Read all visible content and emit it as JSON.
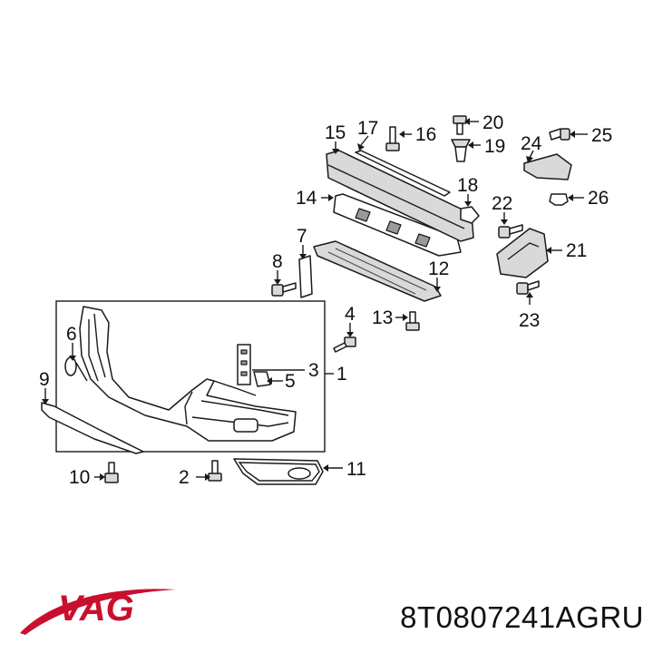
{
  "brand": {
    "logo_text": "VAG",
    "logo_color": "#c8102e"
  },
  "part_number": "8T0807241AGRU",
  "callouts": {
    "c1": "1",
    "c2": "2",
    "c3": "3",
    "c4": "4",
    "c5": "5",
    "c6": "6",
    "c7": "7",
    "c8": "8",
    "c9": "9",
    "c10": "10",
    "c11": "11",
    "c12": "12",
    "c13": "13",
    "c14": "14",
    "c15": "15",
    "c16": "16",
    "c17": "17",
    "c18": "18",
    "c19": "19",
    "c20": "20",
    "c21": "21",
    "c22": "22",
    "c23": "23",
    "c24": "24",
    "c25": "25",
    "c26": "26"
  }
}
